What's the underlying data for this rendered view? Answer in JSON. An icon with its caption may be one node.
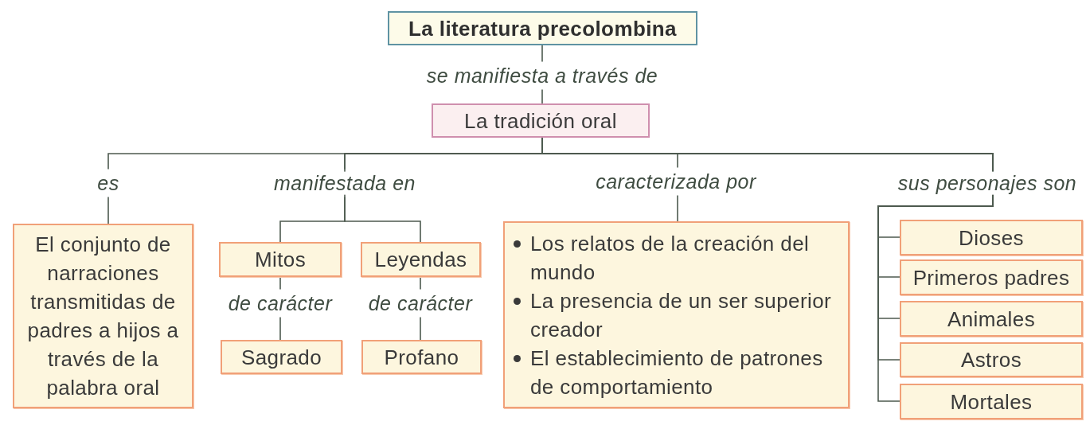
{
  "diagram": {
    "nodes": [
      {
        "text": [
          "La literatura precolombina"
        ]
      },
      {
        "text": [
          "La tradición oral"
        ]
      },
      {
        "text": [
          "El conjunto de narraciones transmitidas de padres a hijos a través de la palabra oral"
        ]
      },
      {
        "text": [
          "Mitos"
        ]
      },
      {
        "text": [
          "Leyendas"
        ]
      },
      {
        "text": [
          "Sagrado"
        ]
      },
      {
        "text": [
          "Profano"
        ]
      },
      {
        "text": [
          "Los relatos de la creación del mundo",
          "La presencia de un ser superior creador",
          "El establecimiento de patrones de comportamiento"
        ]
      },
      {
        "text": [
          "Dioses"
        ]
      },
      {
        "text": [
          "Primeros padres"
        ]
      },
      {
        "text": [
          "Animales"
        ]
      },
      {
        "text": [
          "Astros"
        ]
      },
      {
        "text": [
          "Mortales"
        ]
      }
    ],
    "edges": [
      {
        "from": 0,
        "to": 1,
        "arrow": "none",
        "label": "se manifiesta a través de"
      },
      {
        "from": 1,
        "to": 2,
        "arrow": "none",
        "label": "es"
      },
      {
        "from": 1,
        "to": 3,
        "arrow": "none",
        "label": "manifestada en"
      },
      {
        "from": 1,
        "to": 4,
        "arrow": "none"
      },
      {
        "from": 3,
        "to": 5,
        "arrow": "none",
        "label": "de carácter"
      },
      {
        "from": 4,
        "to": 6,
        "arrow": "none",
        "label": "de carácter"
      },
      {
        "from": 1,
        "to": 7,
        "arrow": "none",
        "label": "caracterizada por"
      },
      {
        "from": 1,
        "to": 8,
        "arrow": "none",
        "label": "sus personajes son"
      },
      {
        "from": 1,
        "to": 9,
        "arrow": "none"
      },
      {
        "from": 1,
        "to": 10,
        "arrow": "none"
      },
      {
        "from": 1,
        "to": 11,
        "arrow": "none"
      },
      {
        "from": 1,
        "to": 12,
        "arrow": "none"
      }
    ]
  }
}
